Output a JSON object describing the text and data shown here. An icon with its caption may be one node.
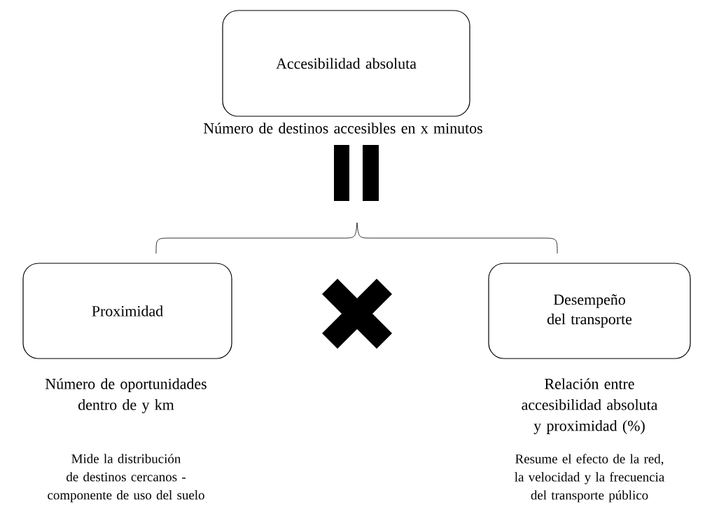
{
  "diagram": {
    "nodes": [
      {
        "text": [
          "Accesibilidad absoluta"
        ],
        "beside": [
          "Número de destinos accesibles en x minutos"
        ]
      },
      {
        "text": [
          "Proximidad"
        ],
        "beside": [
          "Número de oportunidades dentro de y km",
          "Mide la distribución de destinos cercanos - componente de uso del suelo"
        ]
      },
      {
        "text": [
          "Desempeño del transporte"
        ],
        "beside": [
          "Relación entre accesibilidad absoluta y proximidad (%)",
          "Resume el efecto de la red, la velocidad y la frecuencia del transporte público"
        ]
      }
    ]
  }
}
